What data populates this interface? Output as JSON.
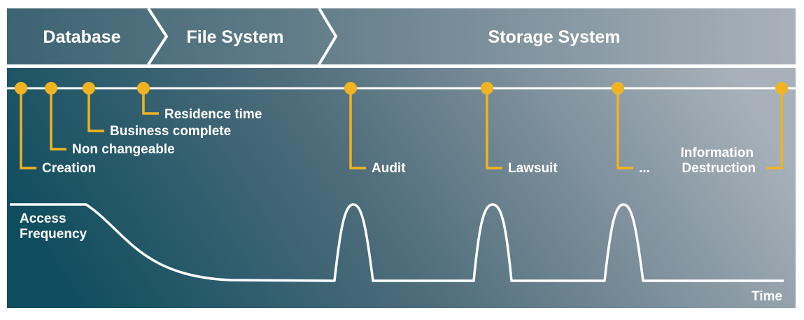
{
  "phases": [
    {
      "label": "Database"
    },
    {
      "label": "File System"
    },
    {
      "label": "Storage System"
    }
  ],
  "events": [
    {
      "label": "Creation"
    },
    {
      "label": "Non changeable"
    },
    {
      "label": "Business complete"
    },
    {
      "label": "Residence time"
    },
    {
      "label": "Audit"
    },
    {
      "label": "Lawsuit"
    },
    {
      "label": "..."
    },
    {
      "label_line1": "Information",
      "label_line2": "Destruction"
    }
  ],
  "curve": {
    "label_line1": "Access",
    "label_line2": "Frequency",
    "x_axis_label": "Time"
  },
  "colors": {
    "accent": "#f2b320",
    "dark": "#0e4f5f",
    "mid": "#5c7b87",
    "light": "#a7b0b9",
    "line": "#ffffff"
  }
}
